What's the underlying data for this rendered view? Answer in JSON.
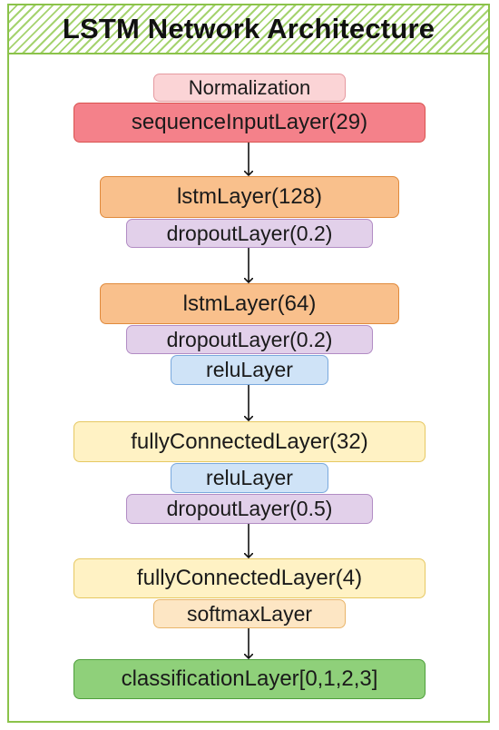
{
  "title": "LSTM Network Architecture",
  "colors": {
    "frame_border": "#8bc34a",
    "normalization": "#fbd4d6",
    "input": "#f4818a",
    "lstm": "#f9c08c",
    "dropout": "#e2d0ea",
    "relu": "#cfe3f7",
    "fully_connected": "#fff2c4",
    "softmax": "#fde6c4",
    "classification": "#8fd07a"
  },
  "layers": {
    "normalization": "Normalization",
    "sequence_input": "sequenceInputLayer(29)",
    "lstm_1": "lstmLayer(128)",
    "dropout_1": "dropoutLayer(0.2)",
    "lstm_2": "lstmLayer(64)",
    "dropout_2": "dropoutLayer(0.2)",
    "relu_1": "reluLayer",
    "fc_1": "fullyConnectedLayer(32)",
    "relu_2": "reluLayer",
    "dropout_3": "dropoutLayer(0.5)",
    "fc_2": "fullyConnectedLayer(4)",
    "softmax": "softmaxLayer",
    "classification": "classificationLayer[0,1,2,3]"
  }
}
